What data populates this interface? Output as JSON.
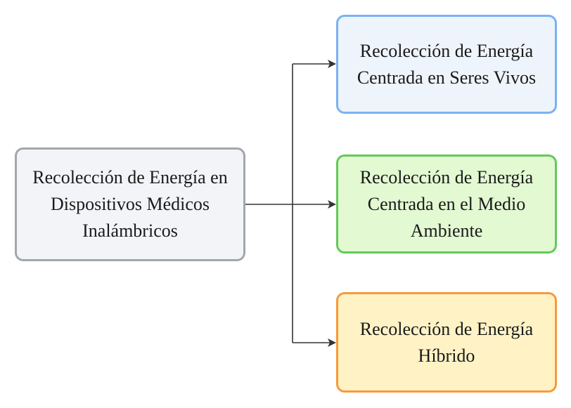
{
  "root": {
    "text": "Recolección de Energía en Dispositivos Médicos Inalámbricos",
    "fill": "#f2f4f7",
    "border": "#a3a7ab"
  },
  "branches": [
    {
      "text": "Recolección de Energía Centrada en Seres Vivos",
      "fill": "#eef4fb",
      "border": "#7ab2f0"
    },
    {
      "text": "Recolección de Energía Centrada en el Medio Ambiente",
      "fill": "#e2f9d2",
      "border": "#63c95a"
    },
    {
      "text": "Recolección de Energía Híbrido",
      "fill": "#fff3c6",
      "border": "#f79a3a"
    }
  ],
  "connector_color": "#333333"
}
